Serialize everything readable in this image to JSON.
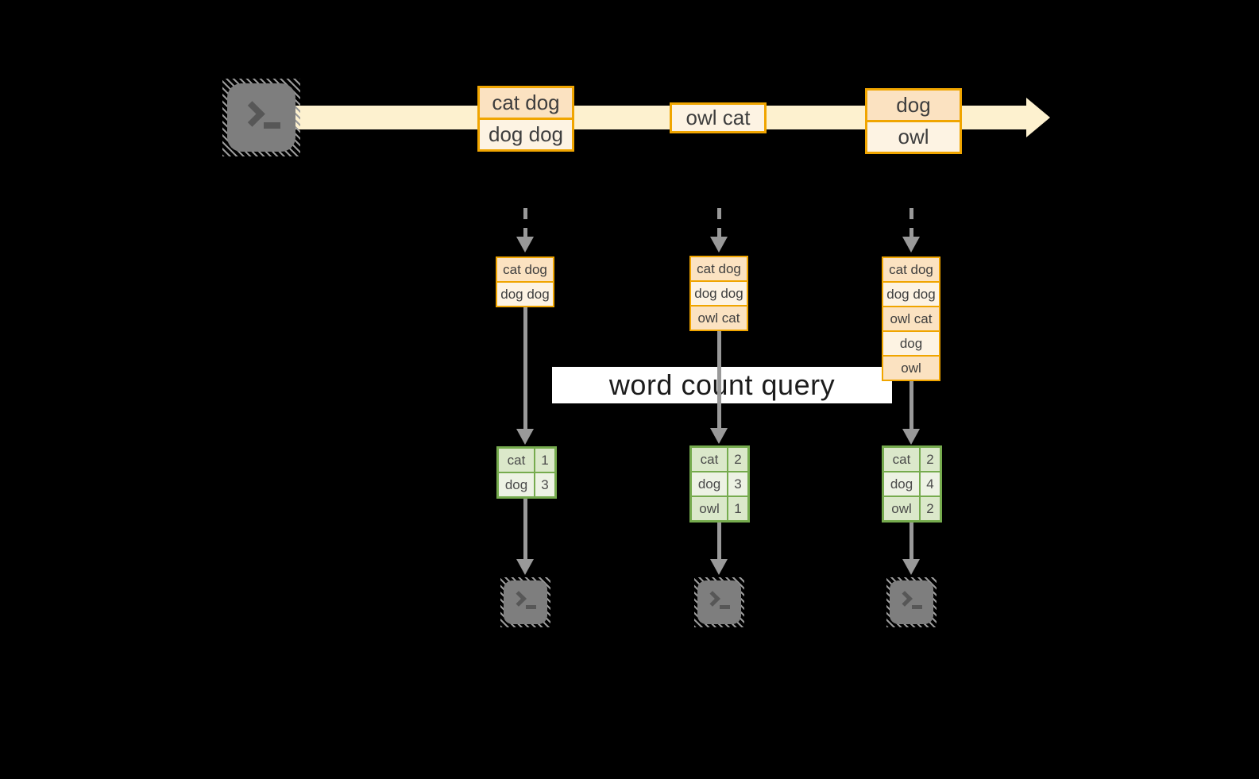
{
  "stream": {
    "source_icon": "terminal-prompt-icon",
    "events": [
      {
        "rows": [
          {
            "text": "cat dog"
          },
          {
            "text": "dog dog"
          }
        ]
      },
      {
        "rows": [
          {
            "text": "owl cat"
          }
        ]
      },
      {
        "rows": [
          {
            "text": "dog"
          },
          {
            "text": "owl"
          }
        ]
      }
    ]
  },
  "query": {
    "label": "word count query"
  },
  "columns": [
    {
      "buffer": [
        "cat dog",
        "dog dog"
      ],
      "counts": [
        {
          "word": "cat",
          "count": "1"
        },
        {
          "word": "dog",
          "count": "3"
        }
      ]
    },
    {
      "buffer": [
        "cat dog",
        "dog dog",
        "owl cat"
      ],
      "counts": [
        {
          "word": "cat",
          "count": "2"
        },
        {
          "word": "dog",
          "count": "3"
        },
        {
          "word": "owl",
          "count": "1"
        }
      ]
    },
    {
      "buffer": [
        "cat dog",
        "dog dog",
        "owl cat",
        "dog",
        "owl"
      ],
      "counts": [
        {
          "word": "cat",
          "count": "2"
        },
        {
          "word": "dog",
          "count": "4"
        },
        {
          "word": "owl",
          "count": "2"
        }
      ]
    }
  ],
  "colors": {
    "background": "#000000",
    "stream_arrow": "#fdf1cf",
    "event_border": "#f0a500",
    "event_fill_dark": "#fbe2c1",
    "event_fill_light": "#fdf3e3",
    "table_border": "#76ab4e",
    "table_fill_dark": "#dbe8ca",
    "table_fill_light": "#edf2e4",
    "connector_gray": "#999999",
    "terminal_gray": "#7e7e7e",
    "banner_bg": "#ffffff"
  }
}
